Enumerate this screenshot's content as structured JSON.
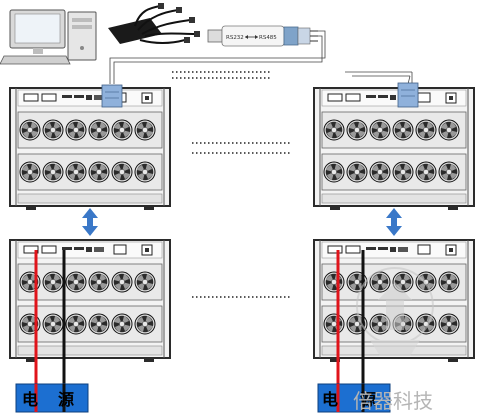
{
  "converter": {
    "left_label": "RS232",
    "right_label": "RS485"
  },
  "power_labels": {
    "left": [
      "电",
      "源"
    ],
    "right": [
      "电",
      "源"
    ]
  },
  "watermark": {
    "text": "倍器科技"
  },
  "colors": {
    "cabinet_frame": "#2b2b2b",
    "cabinet_face": "#f3f3f3",
    "fan_blade": "#1c1c1c",
    "wire_red": "#e0141b",
    "wire_black": "#111111",
    "power_box": "#1c6fd1",
    "connector_box": "#8fb1db",
    "arrow": "#3a78c8",
    "watermark": "#bdbdbd"
  },
  "icons": [
    "computer-icon",
    "usb-hub-cable-icon",
    "rs232-rs485-converter-icon",
    "double-arrow-icon",
    "ellipsis-dots-icon"
  ]
}
